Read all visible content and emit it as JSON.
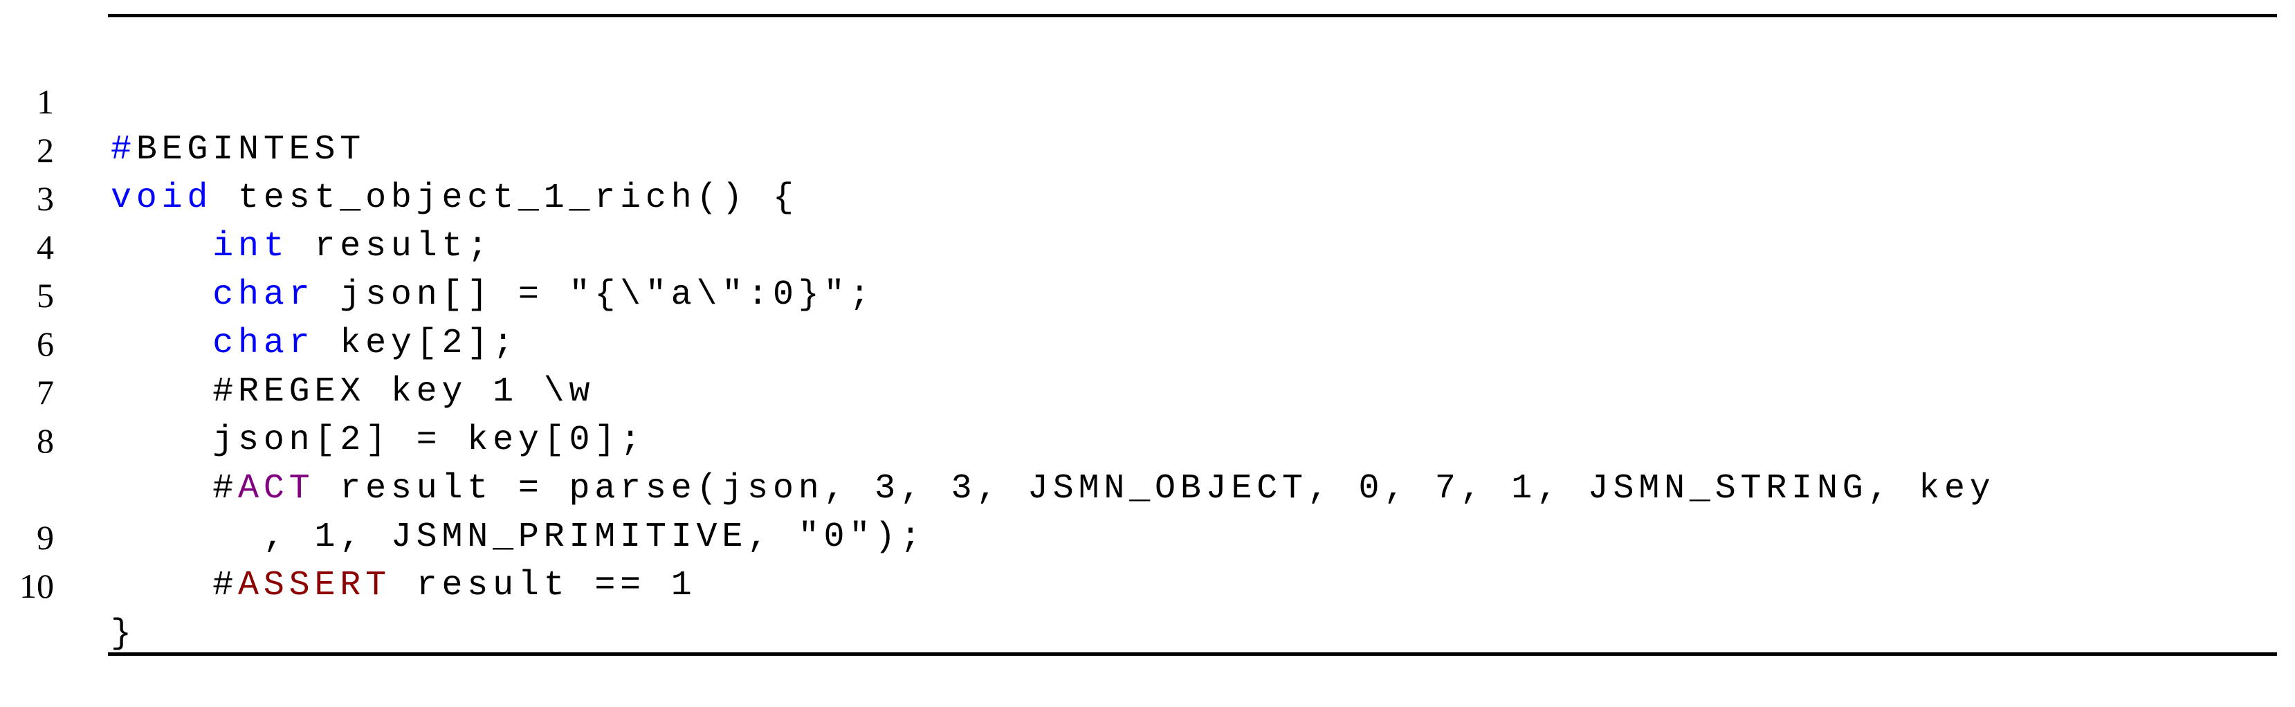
{
  "listing": {
    "lines": [
      {
        "number": "1",
        "indent": "",
        "tokens": [
          {
            "text": "#",
            "style": "hashblue"
          },
          {
            "text": "BEGINTEST",
            "style": "plain"
          }
        ]
      },
      {
        "number": "2",
        "indent": "",
        "tokens": [
          {
            "text": "void",
            "style": "kw"
          },
          {
            "text": " test_object_1_rich() {",
            "style": "plain"
          }
        ]
      },
      {
        "number": "3",
        "indent": "    ",
        "tokens": [
          {
            "text": "int",
            "style": "kw"
          },
          {
            "text": " result;",
            "style": "plain"
          }
        ]
      },
      {
        "number": "4",
        "indent": "    ",
        "tokens": [
          {
            "text": "char",
            "style": "kw"
          },
          {
            "text": " json[] = \"{\\\"a\\\":0}\";",
            "style": "plain"
          }
        ]
      },
      {
        "number": "5",
        "indent": "    ",
        "tokens": [
          {
            "text": "char",
            "style": "kw"
          },
          {
            "text": " key[2];",
            "style": "plain"
          }
        ]
      },
      {
        "number": "6",
        "indent": "    ",
        "tokens": [
          {
            "text": "#REGEX key 1 \\w",
            "style": "plain"
          }
        ]
      },
      {
        "number": "7",
        "indent": "    ",
        "tokens": [
          {
            "text": "json[2] = key[0];",
            "style": "plain"
          }
        ]
      },
      {
        "number": "8",
        "indent": "    ",
        "tokens": [
          {
            "text": "#",
            "style": "plain"
          },
          {
            "text": "ACT",
            "style": "act"
          },
          {
            "text": " result = parse(json, 3, 3, JSMN_OBJECT, 0, 7, 1, JSMN_STRING, key",
            "style": "plain"
          }
        ]
      },
      {
        "number": "",
        "indent": "      ",
        "tokens": [
          {
            "text": ", 1, JSMN_PRIMITIVE, \"0\");",
            "style": "plain"
          }
        ]
      },
      {
        "number": "9",
        "indent": "    ",
        "tokens": [
          {
            "text": "#",
            "style": "plain"
          },
          {
            "text": "ASSERT",
            "style": "assert"
          },
          {
            "text": " result == 1",
            "style": "plain"
          }
        ]
      },
      {
        "number": "10",
        "indent": "",
        "tokens": [
          {
            "text": "}",
            "style": "plain"
          }
        ]
      }
    ]
  },
  "colors": {
    "keyword": "#0000ff",
    "act_marker": "#800080",
    "assert_marker": "#8b0000",
    "text": "#000000",
    "rule": "#000000",
    "background": "#ffffff"
  }
}
